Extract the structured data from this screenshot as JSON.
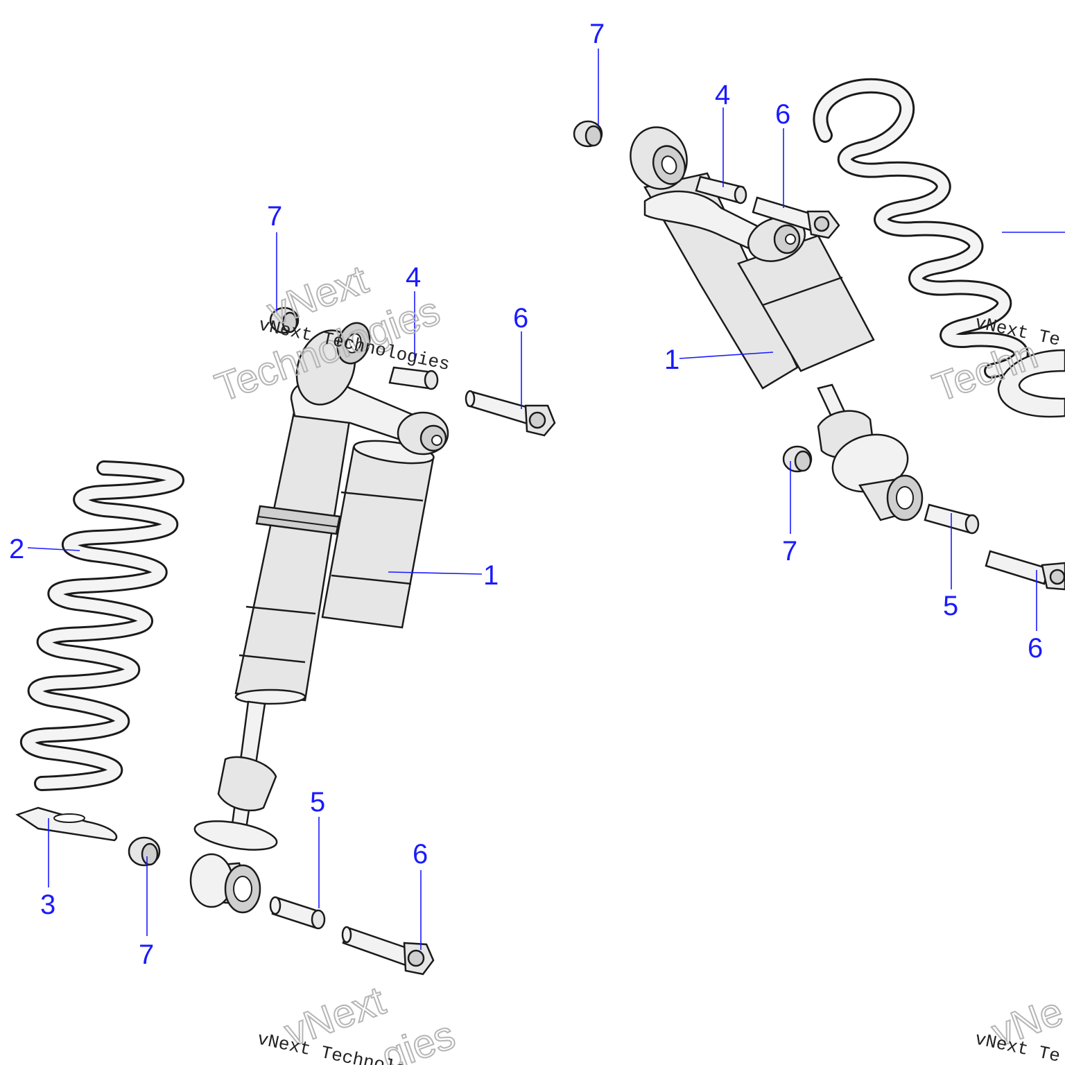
{
  "callouts": {
    "left_7_top": "7",
    "left_4": "4",
    "left_6_top": "6",
    "left_2": "2",
    "left_1": "1",
    "left_3": "3",
    "left_7_bottom": "7",
    "left_5": "5",
    "left_6_bottom": "6",
    "right_7_top": "7",
    "right_4": "4",
    "right_6_top": "6",
    "right_1": "1",
    "right_7_bottom": "7",
    "right_5": "5",
    "right_6_bottom": "6"
  },
  "watermarks": {
    "small_1": "vNext Technologies",
    "big_1a": "vNext",
    "big_1b": "Technologies",
    "small_2": "vNext Te",
    "big_2": "Techn",
    "small_3": "vNext Technolog",
    "big_3a": "vNext",
    "big_3b": "gies",
    "small_4": "vNext Te",
    "big_4": "vNe"
  },
  "colors": {
    "callout": "#1a1aff",
    "line": "#1a1a1a",
    "part_fill": "#e6e6e6"
  }
}
